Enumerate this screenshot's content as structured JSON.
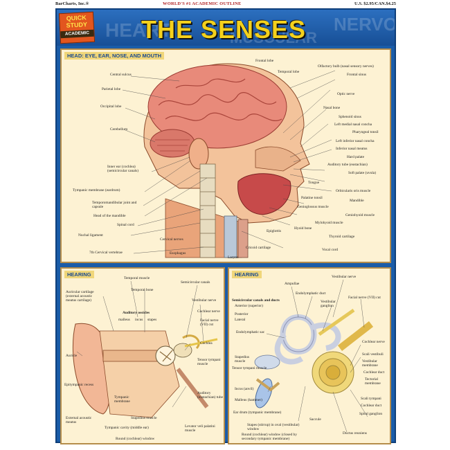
{
  "top": {
    "publisher": "BarCharts, Inc.®",
    "tagline": "WORLD'S #1 ACADEMIC OUTLINE",
    "price": "U.S. $2.95/CAN.$4.25"
  },
  "logo": {
    "line1": "QUICK",
    "line2": "STUDY",
    "line3": "ACADEMIC"
  },
  "title": "THE SENSES",
  "bg_words": [
    "HEART",
    "MUSCULAR",
    "NERVOUS"
  ],
  "colors": {
    "frame": "#1a5ca8",
    "title": "#f4d11c",
    "panel": "#fdf2d3",
    "heading": "#1a4a8f"
  },
  "head_panel": {
    "heading": "HEAD: EYE, EAR, NOSE, AND MOUTH",
    "labels_left": [
      "Central sulcus",
      "Parietal lobe",
      "Occipital lobe",
      "Cerebellum",
      "Inner ear (cochlea) (semicircular canals)",
      "Tympanic membrane (eardrum)",
      "Temporomandibular joint and capsule",
      "Head of the mandible",
      "Spinal cord",
      "Nuchal ligament",
      "7th Cervical vertebrae",
      "Cervical nerves",
      "Esophagus",
      "Larynx"
    ],
    "labels_right": [
      "Frontal lobe",
      "Temporal lobe",
      "Olfactory bulb (nasal sensory nerves)",
      "Frontal sinus",
      "Optic nerve",
      "Nasal bone",
      "Sphenoid sinus",
      "Left medial nasal concha",
      "Pharyngeal tonsil",
      "Left inferior nasal concha",
      "Inferior nasal meatus",
      "Hard palate",
      "Auditory tube (eustachian)",
      "Soft palate (uvula)",
      "Tongue",
      "Orbicularis oris muscle",
      "Palatine tonsil",
      "Mandible",
      "Genioglossus muscle",
      "Geniohyoid muscle",
      "Mylohyoid muscle",
      "Hyoid bone",
      "Epiglottis",
      "Thyroid cartilage",
      "Cricoid cartilage",
      "Vocal cord"
    ]
  },
  "hearing_left": {
    "heading": "HEARING",
    "labels": [
      "Temporal muscle",
      "Auricular cartilage (external acoustic meatus cartilage)",
      "Temporal bone",
      "Auditory ossicles",
      "malleus",
      "incus",
      "stapes",
      "Semicircular canals",
      "Vestibular nerve",
      "Cochlear nerve",
      "Facial nerve (VII) cut",
      "Cochlea",
      "Auricle",
      "Tensor tympani muscle",
      "Epitympanic recess",
      "Tympanic membrane",
      "Auditory (eustachian) tube",
      "External acoustic meatus",
      "Stapedius muscle",
      "Tympanic cavity (middle ear)",
      "Levator veli palatini muscle",
      "Round (cochlear) window"
    ]
  },
  "hearing_right": {
    "heading": "HEARING",
    "labels": [
      "Vestibular nerve",
      "Ampullae",
      "Endolymphatic duct",
      "Facial nerve (VII) cut",
      "Semicircular canals and ducts",
      "Anterior (superior)",
      "Posterior",
      "Lateral",
      "Vestibular ganglion",
      "Endolymphatic sac",
      "Cochlear nerve",
      "Scali vestibuli",
      "Vestibular membrane",
      "Cochlear duct",
      "Stapedius muscle",
      "Tensor tympani muscle",
      "Tectorial membrane",
      "Incus (anvil)",
      "Scali tympani",
      "Malleus (hammer)",
      "Cochlear duct",
      "Ear drum (tympanic membrane)",
      "Spiral ganglion",
      "Saccule",
      "Stapes (stirrup) in oval (vestibular) window",
      "Round (cochlear) window (closed by secondary tympanic membrane)",
      "Ductus reuniens"
    ]
  }
}
